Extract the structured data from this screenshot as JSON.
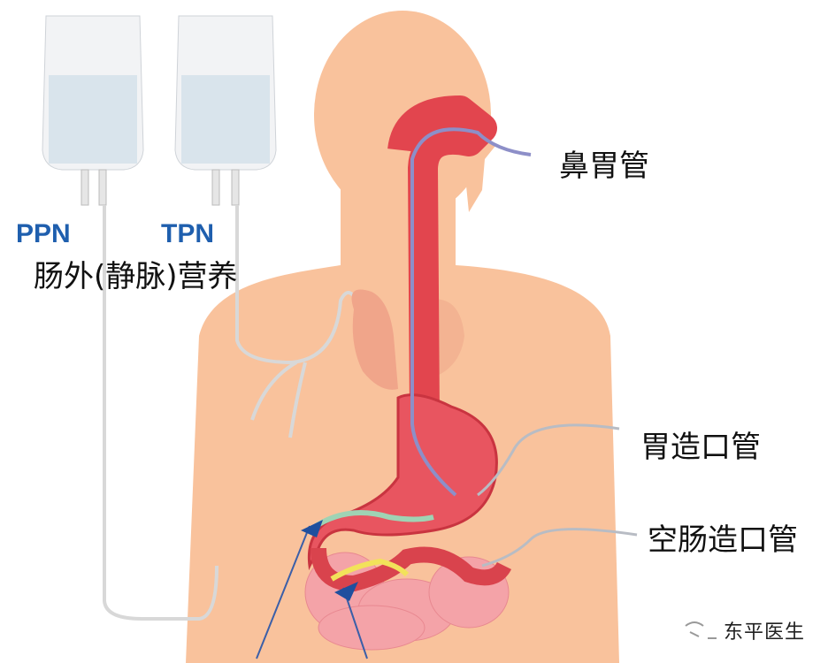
{
  "labels": {
    "nasogastric": "鼻胃管",
    "ppn": "PPN",
    "tpn": "TPN",
    "parenteral": "肠外(静脉)营养",
    "gastrostomy": "胃造口管",
    "jejunostomy": "空肠造口管"
  },
  "watermark": "东平医生",
  "colors": {
    "skin": "#f9c29c",
    "tract": "#e2454e",
    "bag_label": "#1f5fae",
    "tube": "#8d8fc8"
  }
}
